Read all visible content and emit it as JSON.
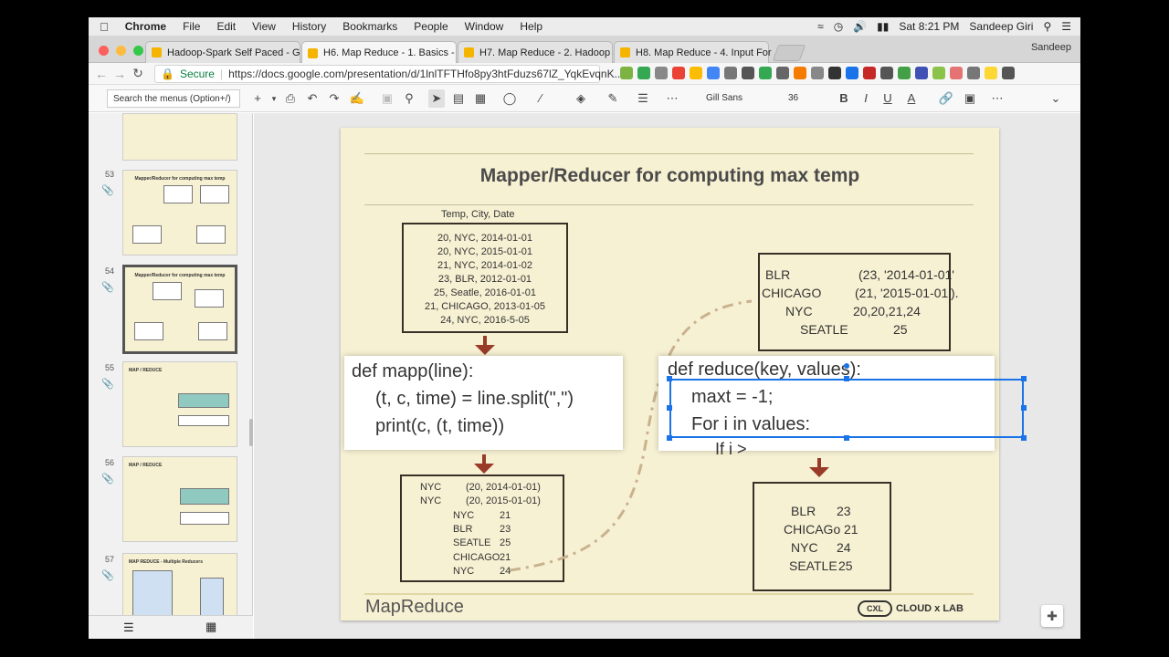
{
  "menubar": {
    "app": "Chrome",
    "items": [
      "File",
      "Edit",
      "View",
      "History",
      "Bookmarks",
      "People",
      "Window",
      "Help"
    ],
    "clock": "Sat 8:21 PM",
    "user": "Sandeep Giri"
  },
  "tabs": [
    {
      "title": "Hadoop-Spark Self Paced - G",
      "color": "#f4b400"
    },
    {
      "title": "H6. Map Reduce - 1. Basics - ",
      "color": "#f4b400"
    },
    {
      "title": "H7. Map Reduce - 2. Hadoop S",
      "color": "#f4b400"
    },
    {
      "title": "H8. Map Reduce - 4. Input For",
      "color": "#f4b400"
    }
  ],
  "profile": "Sandeep",
  "address": {
    "secure_label": "Secure",
    "url": "https://docs.google.com/presentation/d/1lnlTFTHfo8py3htFduzs67lZ_YqkEvqnK..."
  },
  "toolbar": {
    "search_placeholder": "Search the menus (Option+/)",
    "font": "Gill Sans",
    "size": "36"
  },
  "slides": [
    {
      "num": "53",
      "title": "Mapper/Reducer for computing max temp"
    },
    {
      "num": "54",
      "title": "Mapper/Reducer for computing max temp"
    },
    {
      "num": "55",
      "title": "MAP / REDUCE"
    },
    {
      "num": "56",
      "title": "MAP / REDUCE"
    },
    {
      "num": "57",
      "title": "MAP REDUCE - Multiple Reducers"
    }
  ],
  "slide": {
    "title": "Mapper/Reducer for computing max temp",
    "input_header": "Temp, City, Date",
    "input_rows": [
      "20, NYC, 2014-01-01",
      "20, NYC, 2015-01-01",
      "21, NYC, 2014-01-02",
      "23, BLR, 2012-01-01",
      "25, Seatle, 2016-01-01",
      "21, CHICAGO, 2013-01-05",
      "24, NYC, 2016-5-05"
    ],
    "mapper_code": [
      "def mapp(line):",
      "(t, c, time) = line.split(\",\")",
      "print(c, (t, time))"
    ],
    "map_out": [
      {
        "k": "NYC",
        "v": "(20, 2014-01-01)"
      },
      {
        "k": "NYC",
        "v": "(20, 2015-01-01)"
      },
      {
        "k": "NYC",
        "v": "21"
      },
      {
        "k": "BLR",
        "v": "23"
      },
      {
        "k": "SEATLE",
        "v": "25"
      },
      {
        "k": "CHICAGO",
        "v": "21"
      },
      {
        "k": "NYC",
        "v": "24"
      }
    ],
    "grouped": [
      {
        "k": "BLR",
        "v": "(23, '2014-01-01'"
      },
      {
        "k": "CHICAGO",
        "v": "(21, '2015-01-01')."
      },
      {
        "k": "NYC",
        "v": "20,20,21,24"
      },
      {
        "k": "SEATLE",
        "v": "25"
      }
    ],
    "reducer_code": [
      "def reduce(key, values):",
      "maxt = -1;",
      "For i in values:",
      "If i >"
    ],
    "result": [
      {
        "k": "BLR",
        "v": "23"
      },
      {
        "k": "CHICAGo",
        "v": "21"
      },
      {
        "k": "NYC",
        "v": "24"
      },
      {
        "k": "SEATLE",
        "v": "25"
      }
    ],
    "footer": "MapReduce",
    "logo": "CLOUD x LAB",
    "logo_mark": "CXL"
  },
  "colors": {
    "slide_bg": "#f7f1d3",
    "arrow": "#9a3a28",
    "selection": "#1a73e8"
  }
}
